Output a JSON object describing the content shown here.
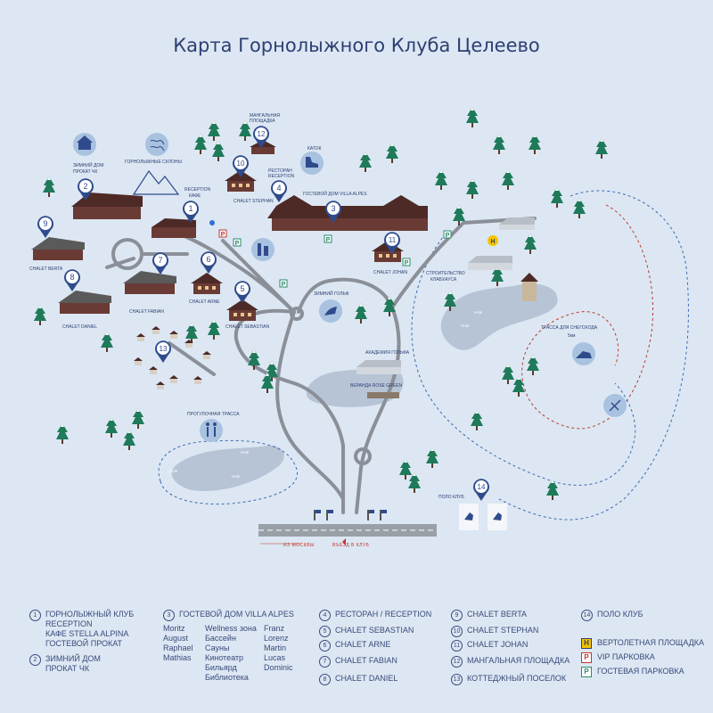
{
  "title": "Карта Горнолыжного Клуба Целеево",
  "map_labels": {
    "ski_slopes": "ГОРНОЛЫЖНЫЕ СКЛОНЫ",
    "winter_house": "ЗИМНИЙ ДОМ\nПРОКАТ ЧК",
    "reception_cafe": "RECEPTION\nКАФЕ",
    "grill": "МАНГАЛЬНАЯ\nПЛОЩАДКА",
    "rink": "КАТОК",
    "restaurant": "РЕСТОРАН\nRECEPTION",
    "chalet_stephan": "CHALET STEPHAN",
    "guest_house": "ГОСТЕВОЙ ДОМ VILLA ALPES",
    "chalet_berta": "CHALET BERTA",
    "chalet_fabian": "CHALET FABIAN",
    "chalet_arne": "CHALET ARNE",
    "chalet_daniel": "CHALET DANIEL",
    "chalet_sebastian": "CHALET SEBASTIAN",
    "chalet_johan": "CHALET JOHAN",
    "construction": "СТРОИТЕЛЬСТВО\nКЛАБХАУСА",
    "winter_golf": "ЗИМНИЙ ГОЛЬФ",
    "golf_academy": "АКАДЕМИЯ ГОЛЬФА",
    "veranda": "ВЕРАНДА ROSE GREEN",
    "walk_trail": "ПРОГУЛОЧНАЯ ТРАССА",
    "snowmobile": "ТРАССА ДЛЯ СНЕГОХОДА",
    "snowmobile_len": "5км",
    "polo": "ПОЛО КЛУБ",
    "from_moscow": "ИЗ МОСКВЫ",
    "entrance": "ВЪЕЗД В КЛУБ",
    "hole": "Hole",
    "helipad_letter": "H",
    "vip_letter": "P",
    "guest_letter": "P"
  },
  "legend": {
    "items": [
      {
        "num": "1",
        "lines": [
          "ГОРНОЛЫЖНЫЙ КЛУБ",
          "RECEPTION",
          "КАФЕ STELLA ALPINA",
          "ГОСТЕВОЙ ПРОКАТ"
        ]
      },
      {
        "num": "2",
        "lines": [
          "ЗИМНИЙ ДОМ",
          "ПРОКАТ ЧК"
        ]
      },
      {
        "num": "3",
        "lines": [
          "ГОСТЕВОЙ ДОМ VILLA ALPES"
        ]
      },
      {
        "num": "4",
        "lines": [
          "РЕСТОРАН / RECEPTION"
        ]
      },
      {
        "num": "5",
        "lines": [
          "CHALET SEBASTIAN"
        ]
      },
      {
        "num": "6",
        "lines": [
          "CHALET ARNE"
        ]
      },
      {
        "num": "7",
        "lines": [
          "CHALET FABIAN"
        ]
      },
      {
        "num": "8",
        "lines": [
          "CHALET DANIEL"
        ]
      },
      {
        "num": "9",
        "lines": [
          "CHALET BERTA"
        ]
      },
      {
        "num": "10",
        "lines": [
          "CHALET STEPHAN"
        ]
      },
      {
        "num": "11",
        "lines": [
          "CHALET JOHAN"
        ]
      },
      {
        "num": "12",
        "lines": [
          "МАНГАЛЬНАЯ ПЛОЩАДКА"
        ]
      },
      {
        "num": "13",
        "lines": [
          "КОТТЕДЖНЫЙ ПОСЕЛОК"
        ]
      },
      {
        "num": "14",
        "lines": [
          "ПОЛО КЛУБ"
        ]
      }
    ],
    "villa_rooms_col1": [
      "Moritz",
      "August",
      "Raphael",
      "Mathias"
    ],
    "villa_rooms_col2": [
      "Wellness зона",
      "Бассейн",
      "Сауны",
      "Кинотеатр",
      "Бильярд",
      "Библиотека"
    ],
    "villa_rooms_col3": [
      "Franz",
      "Lorenz",
      "Martin",
      "Lucas",
      "Dominic"
    ],
    "helipad": "ВЕРТОЛЕТНАЯ ПЛОЩАДКА",
    "vip_parking": "VIP ПАРКОВКА",
    "guest_parking": "ГОСТЕВАЯ ПАРКОВКА"
  },
  "colors": {
    "background": "#dce7f3",
    "road": "#8a8f98",
    "pin": "#2f4b8c",
    "building": "#6a3b35",
    "tree": "#1f7a5a",
    "title": "#2d3f73",
    "vip": "#c0392b",
    "guest": "#2c8a6b",
    "helipad": "#f3c400"
  }
}
